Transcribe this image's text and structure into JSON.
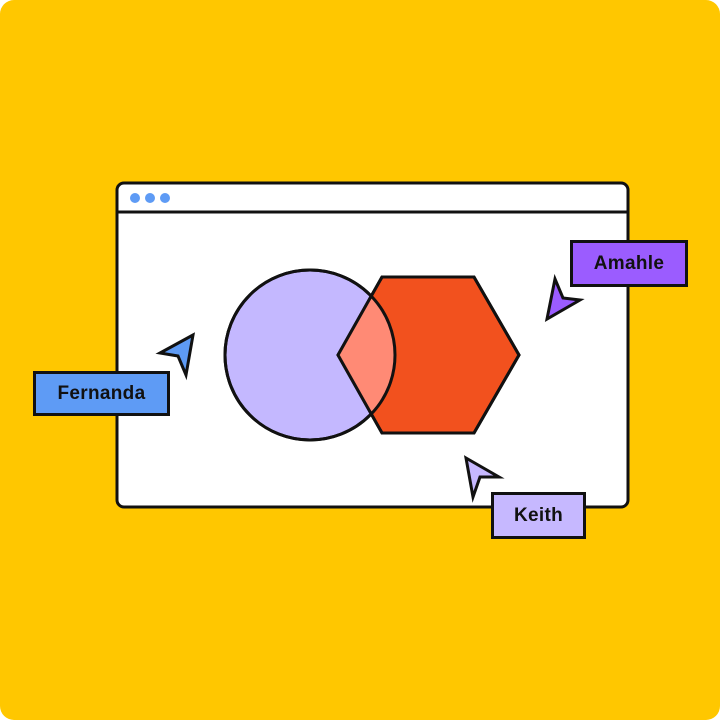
{
  "colors": {
    "background": "#FFC700",
    "window": "#FFFFFF",
    "window_dots": "#5E9BF5",
    "circle": "#C4B8FF",
    "hexagon": "#F2511E",
    "overlap": "#FF8A75"
  },
  "collaborators": [
    {
      "name": "Fernanda",
      "color": "#5E9BF5",
      "icon": "cursor-arrow-icon"
    },
    {
      "name": "Amahle",
      "color": "#9B5CFF",
      "icon": "cursor-arrow-icon"
    },
    {
      "name": "Keith",
      "color": "#C6B8FF",
      "icon": "cursor-arrow-icon"
    }
  ]
}
